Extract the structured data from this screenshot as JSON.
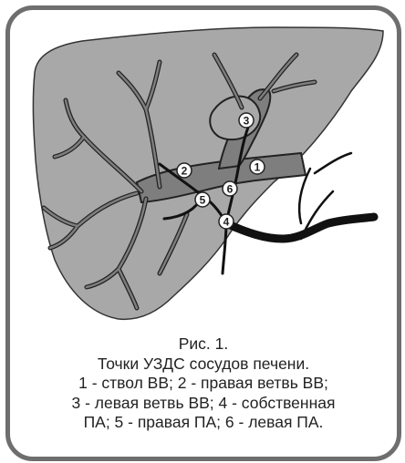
{
  "figure": {
    "points": [
      {
        "label": "1"
      },
      {
        "label": "2"
      },
      {
        "label": "3"
      },
      {
        "label": "4"
      },
      {
        "label": "5"
      },
      {
        "label": "6"
      }
    ]
  },
  "caption": {
    "lines": [
      "Рис. 1.",
      "Точки УЗДС сосудов печени.",
      "1 - ствол ВВ; 2 - правая ветвь ВВ;",
      "3 - левая ветвь ВВ; 4 - собственная",
      "ПА; 5 - правая ПА; 6 - левая ПА."
    ]
  },
  "colors": {
    "frame": "#6e6e6e",
    "liver": "#a8a8a8",
    "vessels": "#7e7e7e",
    "artery": "#111111"
  }
}
